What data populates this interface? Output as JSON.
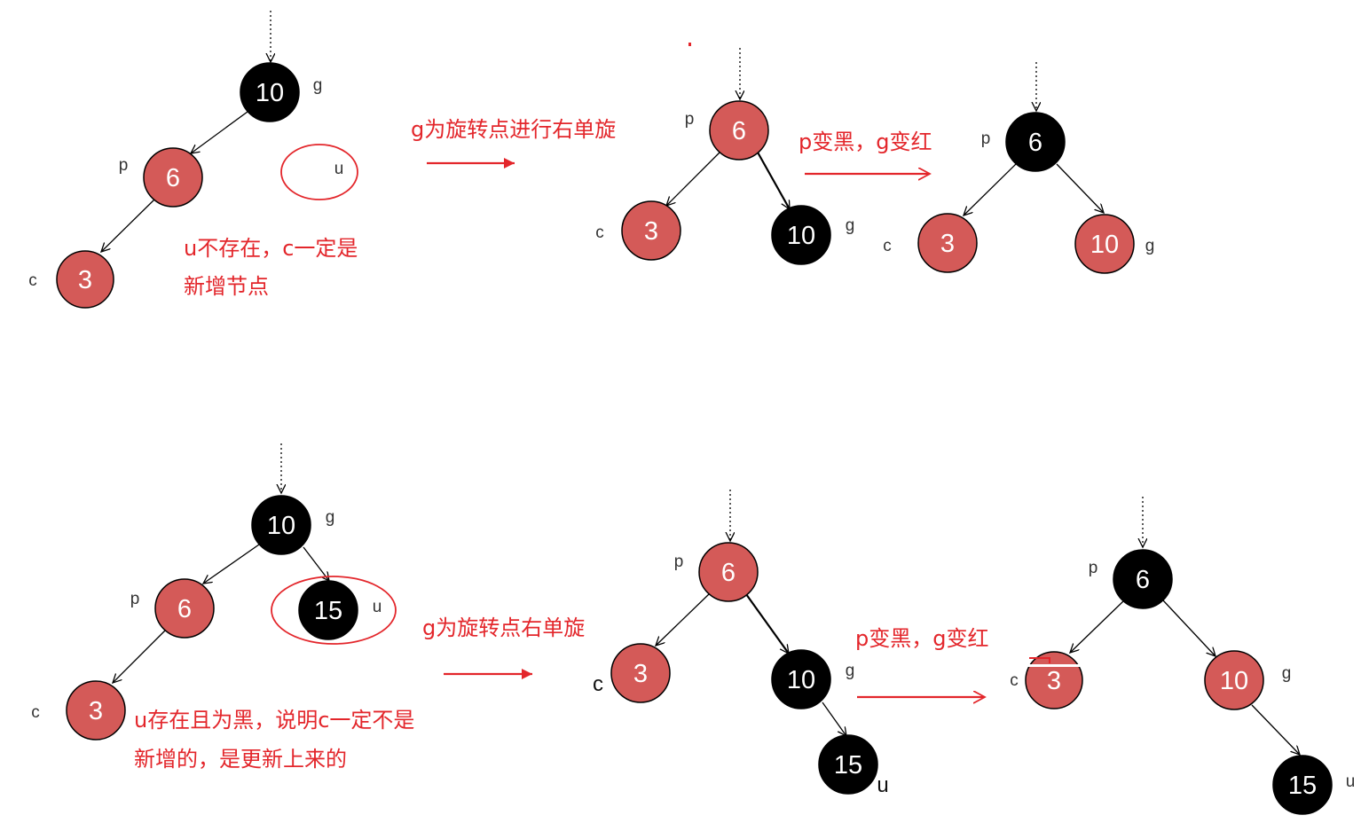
{
  "colors": {
    "red_node": "#d45a58",
    "black_node": "#000000",
    "annotation": "#e3262b"
  },
  "top": {
    "before": {
      "g": {
        "value": "10",
        "label": "g",
        "color": "black"
      },
      "p": {
        "value": "6",
        "label": "p",
        "color": "red"
      },
      "c": {
        "value": "3",
        "label": "c",
        "color": "red"
      },
      "u": {
        "label": "u"
      }
    },
    "note": [
      "u不存在，c一定是",
      "新增节点"
    ],
    "step1_label": "g为旋转点进行右单旋",
    "rotated": {
      "p": {
        "value": "6",
        "label": "p",
        "color": "red"
      },
      "c": {
        "value": "3",
        "label": "c",
        "color": "red"
      },
      "g": {
        "value": "10",
        "label": "g",
        "color": "black"
      }
    },
    "step2_label": "p变黑，g变红",
    "recolored": {
      "p": {
        "value": "6",
        "label": "p",
        "color": "black"
      },
      "c": {
        "value": "3",
        "label": "c",
        "color": "red"
      },
      "g": {
        "value": "10",
        "label": "g",
        "color": "red"
      }
    }
  },
  "bottom": {
    "before": {
      "g": {
        "value": "10",
        "label": "g",
        "color": "black"
      },
      "p": {
        "value": "6",
        "label": "p",
        "color": "red"
      },
      "u": {
        "value": "15",
        "label": "u",
        "color": "black"
      },
      "c": {
        "value": "3",
        "label": "c",
        "color": "red"
      }
    },
    "note": [
      "u存在且为黑，说明c一定不是",
      "新增的，是更新上来的"
    ],
    "step1_label": "g为旋转点右单旋",
    "rotated": {
      "p": {
        "value": "6",
        "label": "p",
        "color": "red"
      },
      "c": {
        "value": "3",
        "label": "c",
        "color": "red"
      },
      "g": {
        "value": "10",
        "label": "g",
        "color": "black"
      },
      "u": {
        "value": "15",
        "label": "u",
        "color": "black"
      }
    },
    "step2_label": "p变黑，g变红",
    "recolored": {
      "p": {
        "value": "6",
        "label": "p",
        "color": "black"
      },
      "c": {
        "value": "3",
        "label": "c",
        "color": "red"
      },
      "g": {
        "value": "10",
        "label": "g",
        "color": "red"
      },
      "u": {
        "value": "15",
        "label": "u",
        "color": "black"
      }
    }
  }
}
